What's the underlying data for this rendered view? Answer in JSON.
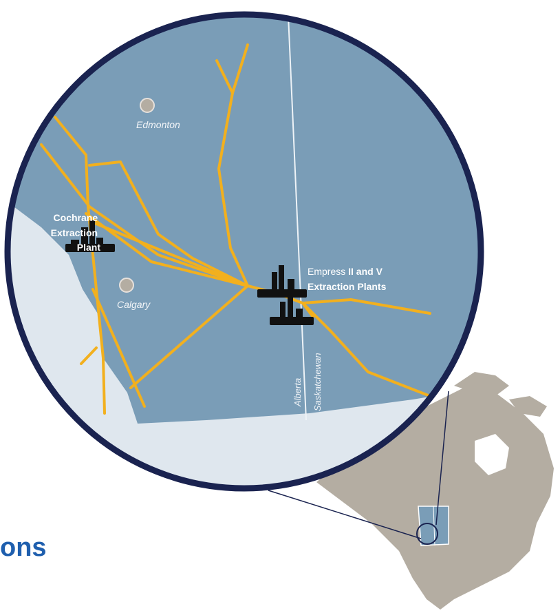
{
  "heading": {
    "text": "ons"
  },
  "cities": [
    {
      "name": "Edmonton"
    },
    {
      "name": "Calgary"
    }
  ],
  "plants": {
    "cochrane": {
      "line1": "Cochrane",
      "line2": "Extraction",
      "line3": "Plant"
    },
    "empress": {
      "prefix": "Empress ",
      "bold": "II and V",
      "line2": "Extraction Plants"
    }
  },
  "provinces": {
    "west": "Alberta",
    "east": "Saskatchewan"
  },
  "colors": {
    "water": "#7a9db7",
    "land_light": "#dfe7ee",
    "ring": "#1a2350",
    "pipeline": "#f2b01e",
    "inset_land": "#b4ada2",
    "heading": "#1f5fae"
  }
}
